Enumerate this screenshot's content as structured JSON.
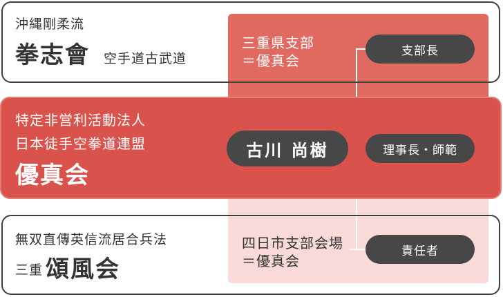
{
  "top": {
    "line1": "沖縄剛柔流",
    "name_large": "拳志會",
    "name_suffix": "空手道古武道",
    "branch": [
      "三重県支部",
      "＝優真会"
    ],
    "role": "支部長"
  },
  "middle": {
    "line1": "特定非営利活動法人",
    "line2": "日本徒手空拳道連盟",
    "name_large": "優真会",
    "person": "古川 尚樹",
    "role": "理事長・師範"
  },
  "bottom": {
    "line1": "無双直傳英信流居合兵法",
    "prefix": "三重",
    "name_large": "頌風会",
    "branch": [
      "四日市支部会場",
      "＝優真会"
    ],
    "role": "責任者"
  },
  "colors": {
    "accent_red": "#d9534c",
    "column_top": "#e06a60",
    "column_bottom": "#f9dad8",
    "pill": "#474747"
  }
}
